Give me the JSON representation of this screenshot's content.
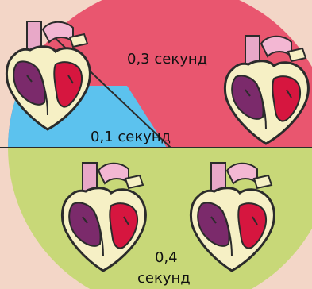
{
  "labels": {
    "top_phase": "0,3 секунд",
    "left_phase": "0,1 секунд",
    "bottom_phase_number": "0,4",
    "bottom_phase_unit": "секунд"
  },
  "colors": {
    "background": "#f3d6c7",
    "top_sector": "#e9566f",
    "left_sector": "#5cc2ee",
    "bottom_sector": "#c8d878",
    "heart_muscle": "#f6f0c5",
    "heart_outline": "#2b2b2b",
    "chamber_purple": "#7b2a6b",
    "chamber_red": "#d6163f",
    "vessel_pink": "#e8a8c8"
  },
  "icons": {
    "top_left": "heart-atrial-systole-icon",
    "top_right": "heart-ventricular-systole-icon",
    "bottom_left": "heart-diastole-icon",
    "bottom_right": "heart-relaxation-icon"
  }
}
